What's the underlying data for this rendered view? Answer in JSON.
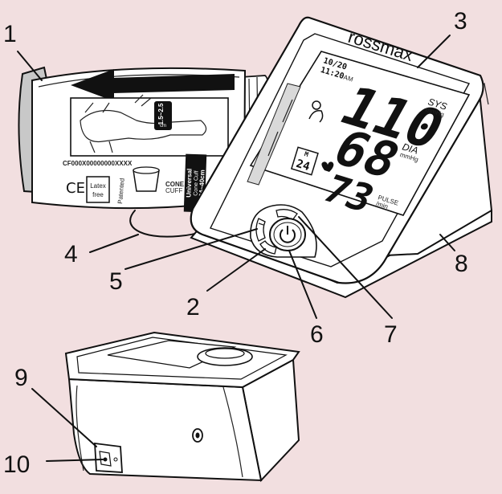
{
  "callouts": {
    "c1": "1",
    "c2": "2",
    "c3": "3",
    "c4": "4",
    "c5": "5",
    "c6": "6",
    "c7": "7",
    "c8": "8",
    "c9": "9",
    "c10": "10"
  },
  "device": {
    "brand": "rossmax",
    "display": {
      "date": "10/20",
      "time": "11:20",
      "ampm": "AM",
      "sys_value": "110",
      "sys_label": "SYS",
      "sys_unit": "mmHg",
      "dia_value": "68",
      "dia_label": "DIA",
      "dia_unit": "mmHg",
      "pulse_value": "73",
      "pulse_label": "PULSE",
      "pulse_unit": "/min",
      "memory_label": "M",
      "memory_number": "24"
    }
  },
  "cuff": {
    "range_badge": "1.5~2.5",
    "range_badge_unit": "cm",
    "serial": "CF000X00000000XXXX",
    "ce_mark": "CE",
    "latex_line1": "Latex",
    "latex_line2": "free",
    "patented": "Patented",
    "cone_line1": "CONE",
    "cone_line2": "CUFF",
    "universal_line1": "Universal",
    "universal_line2": "Cone Cuff",
    "universal_line3": "24~40cm"
  },
  "colors": {
    "background": "#f2dfe0",
    "device_body": "#ffffff",
    "outline": "#111111",
    "cuff_end": "#c8c8c8"
  }
}
